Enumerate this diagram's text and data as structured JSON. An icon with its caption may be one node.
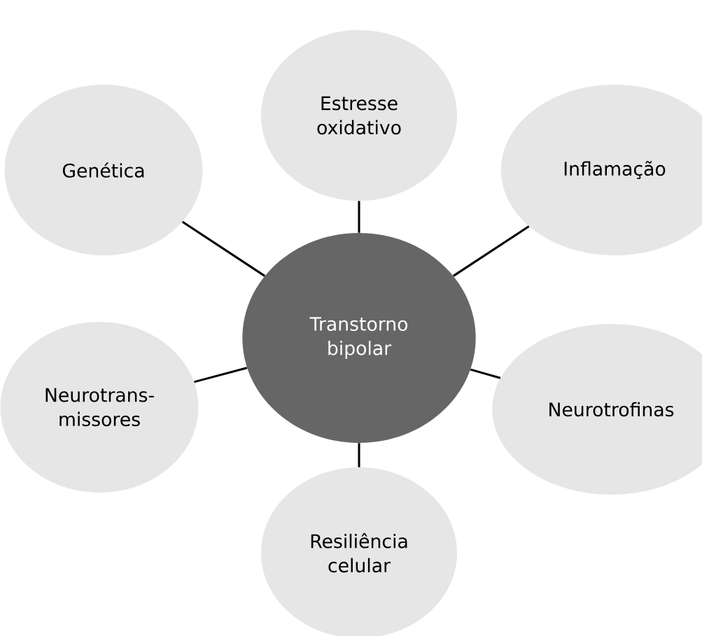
{
  "diagram": {
    "nodes": [
      {
        "text": [
          "Estresse oxidativo"
        ]
      },
      {
        "text": [
          "Genética"
        ]
      },
      {
        "text": [
          "Inflamação"
        ]
      },
      {
        "text": [
          "Transtorno bipolar"
        ]
      },
      {
        "text": [
          "Neurotrans- missores"
        ]
      },
      {
        "text": [
          "Neurotrofinas"
        ]
      },
      {
        "text": [
          "Resiliência celular"
        ]
      }
    ],
    "edges": [
      {
        "from": 3,
        "to": 0,
        "arrow": "none"
      },
      {
        "from": 3,
        "to": 1,
        "arrow": "none"
      },
      {
        "from": 3,
        "to": 2,
        "arrow": "none"
      },
      {
        "from": 3,
        "to": 4,
        "arrow": "none"
      },
      {
        "from": 3,
        "to": 5,
        "arrow": "none"
      },
      {
        "from": 3,
        "to": 6,
        "arrow": "none"
      }
    ]
  }
}
